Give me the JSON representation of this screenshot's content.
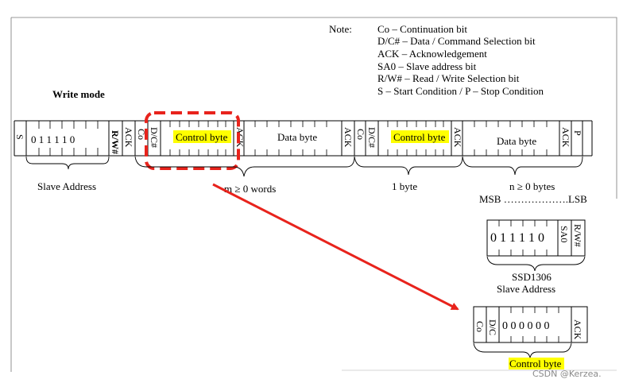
{
  "note": {
    "heading": "Note:",
    "lines": [
      "Co – Continuation bit",
      "D/C# – Data / Command Selection bit",
      "ACK – Acknowledgement",
      "SA0 – Slave address bit",
      "R/W# – Read / Write Selection bit",
      "S – Start Condition / P – Stop Condition"
    ]
  },
  "write_mode_label": "Write mode",
  "frame": {
    "start": "S",
    "slave_bits": "0 1 1 1 1 0",
    "rw": "R/W#",
    "ack": "ACK",
    "co": "Co",
    "dc": "D/C#",
    "control_byte": "Control byte",
    "data_byte": "Data byte",
    "stop": "P"
  },
  "groups": {
    "slave_address": "Slave Address",
    "m_words": "m ≥ 0 words",
    "one_byte": "1 byte",
    "n_bytes": "n ≥ 0 bytes"
  },
  "msb_lsb": "MSB ……………….LSB",
  "ssd": {
    "bits": "0 1 1 1 1 0",
    "sa0": "SA0",
    "rw": "R/W#",
    "title": "SSD1306",
    "subtitle": "Slave Address"
  },
  "control_detail": {
    "co": "Co",
    "dc": "D/C",
    "bits": "0 0 0 0 0 0",
    "ack": "ACK",
    "label": "Control byte"
  },
  "watermark": "CSDN @Kerzea.",
  "colors": {
    "highlight": "#ffff00",
    "arrow": "#e8231c"
  }
}
